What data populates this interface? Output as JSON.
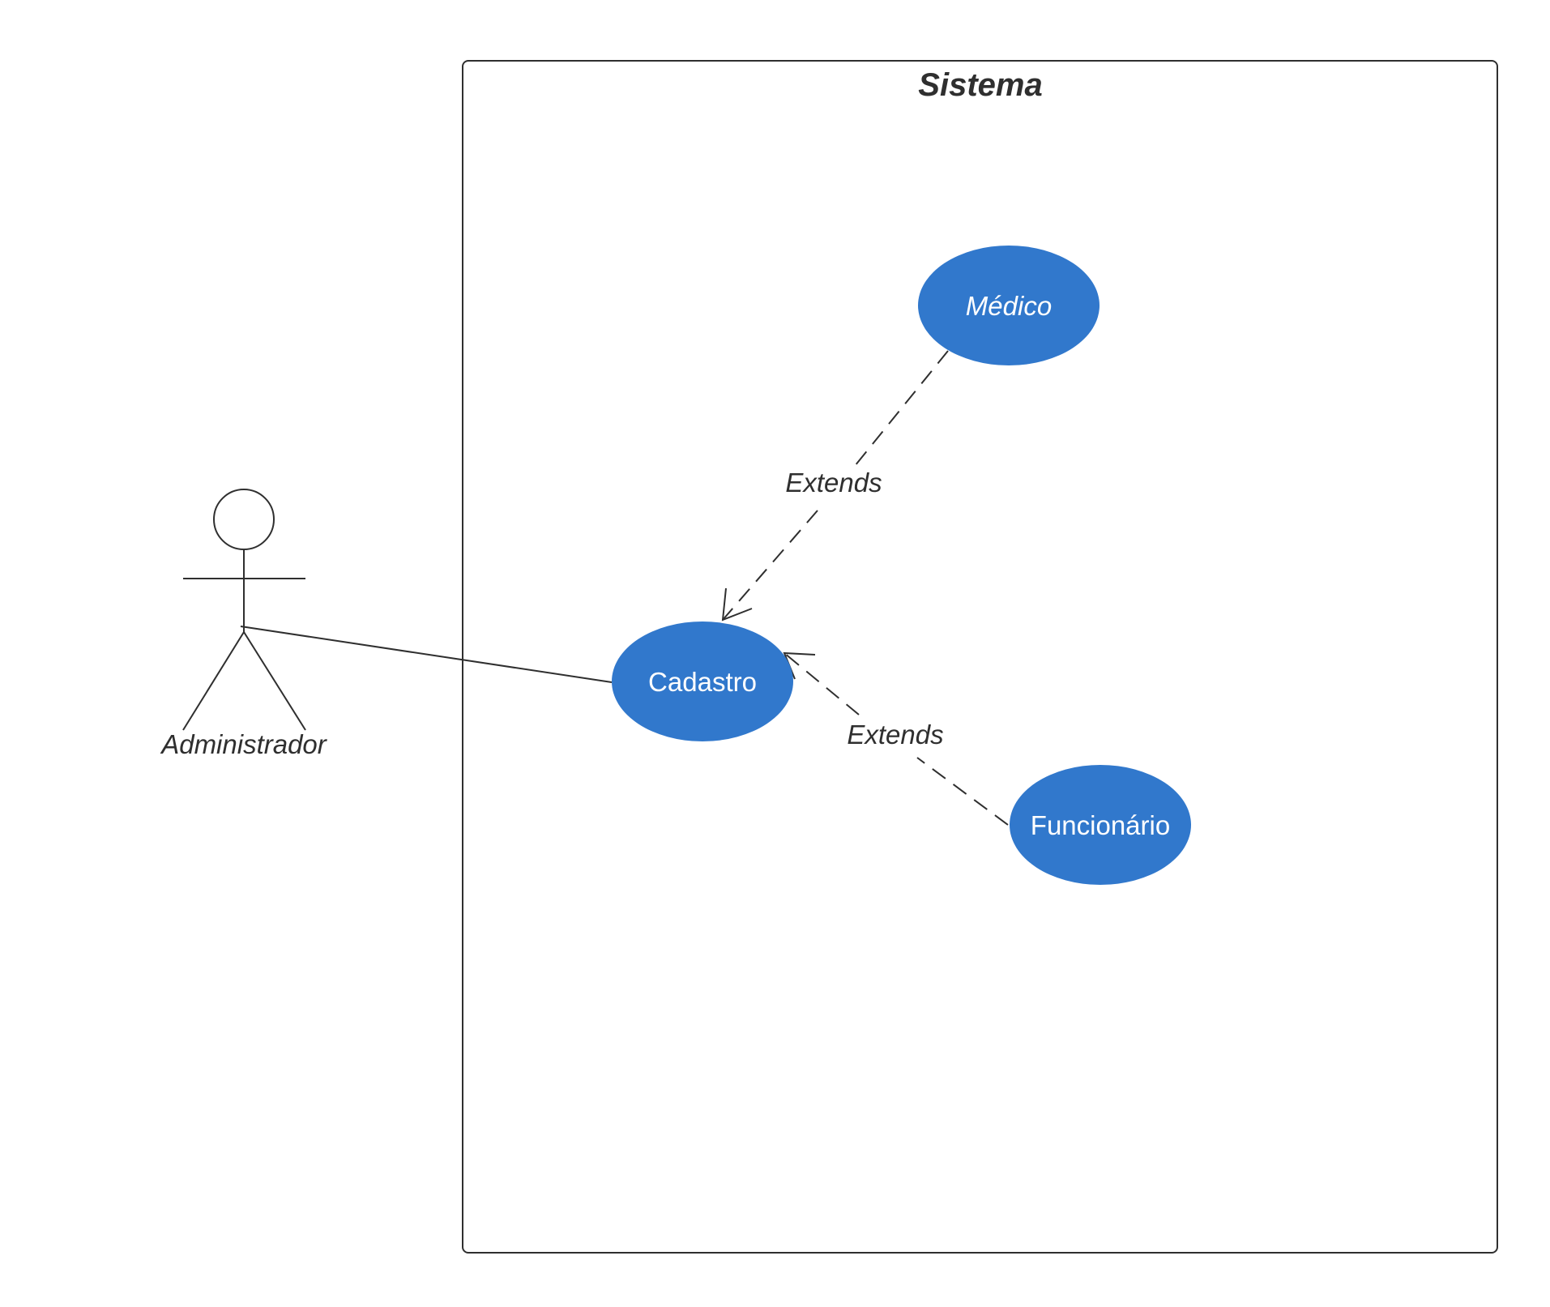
{
  "system": {
    "title": "Sistema"
  },
  "actor": {
    "label": "Administrador"
  },
  "use_cases": {
    "medico": "Médico",
    "cadastro": "Cadastro",
    "funcionario": "Funcionário"
  },
  "relations": {
    "medico_to_cadastro": "Extends",
    "funcionario_to_cadastro": "Extends"
  },
  "colors": {
    "use_case_fill": "#3178cc",
    "line": "#2f2f2f",
    "use_case_text": "#ffffff"
  }
}
